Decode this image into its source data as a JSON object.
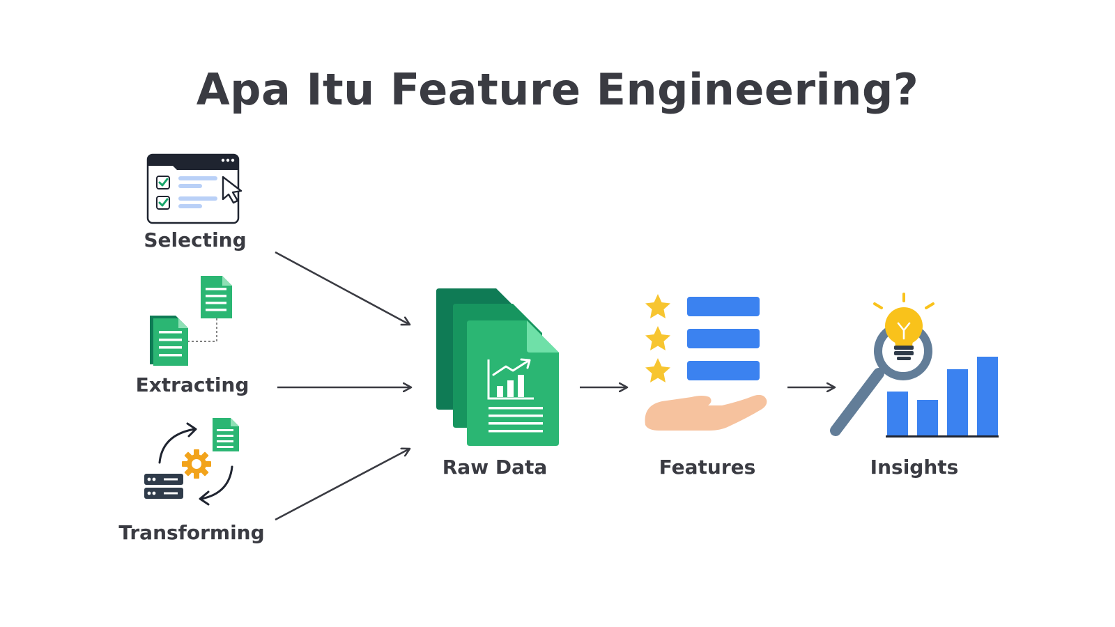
{
  "title": "Apa Itu Feature Engineering?",
  "inputs": [
    {
      "label": "Selecting",
      "icon": "browser-checklist-icon"
    },
    {
      "label": "Extracting",
      "icon": "documents-extract-icon"
    },
    {
      "label": "Transforming",
      "icon": "transform-cycle-icon"
    }
  ],
  "stages": [
    {
      "label": "Raw Data",
      "icon": "spreadsheet-stack-icon"
    },
    {
      "label": "Features",
      "icon": "star-list-hand-icon"
    },
    {
      "label": "Insights",
      "icon": "lightbulb-magnifier-chart-icon"
    }
  ],
  "colors": {
    "text": "#3a3b42",
    "green_dark": "#0f7b55",
    "green_mid": "#17955f",
    "green_light": "#2bb673",
    "blue": "#3b82f0",
    "star": "#f7c530",
    "hand": "#f6c29e",
    "bulb": "#f9c21b",
    "magnifier": "#627d98",
    "gear": "#f2a31b",
    "server": "#2f3b4a"
  }
}
